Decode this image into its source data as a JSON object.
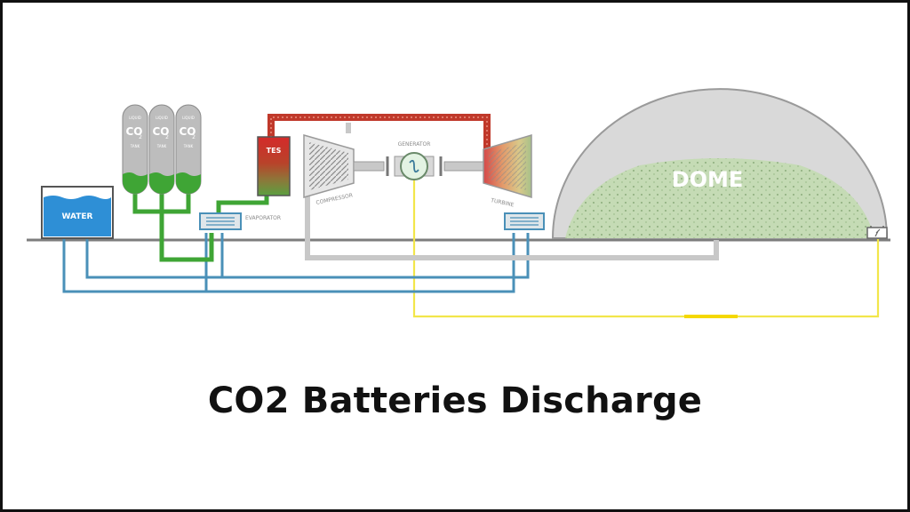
{
  "diagram": {
    "caption": "CO2 Batteries Discharge",
    "labels": {
      "water": "WATER",
      "tank_lines": [
        "LIQUID",
        "CO",
        "2",
        "TANK"
      ],
      "tes": "TES",
      "evaporator": "EVAPORATOR",
      "compressor": "COMPRESSOR",
      "generator": "GENERATOR",
      "turbine": "TURBINE",
      "dome": "DOME"
    },
    "colors": {
      "water_pipe": "#4a90b8",
      "co2_liquid": "#3fa535",
      "hot_pipe": "#c0392b",
      "gas_pipe": "#c8c8c8",
      "power_line": "#f2e64a",
      "dome_gas": "#c5dbb5",
      "dome_shell": "#9a9a9a",
      "water_fill": "#2e8fd6"
    }
  }
}
